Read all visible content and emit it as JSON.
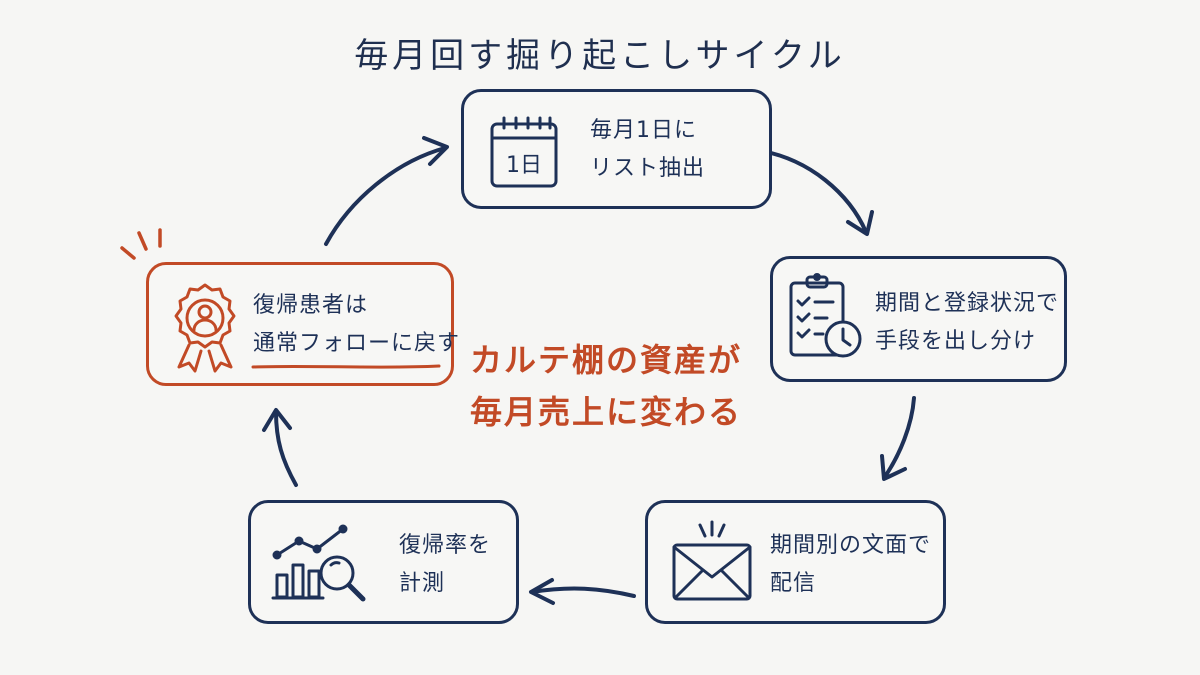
{
  "title": "毎月回す掘り起こしサイクル",
  "center_message": [
    "カルテ棚の資産が",
    "毎月売上に変わる"
  ],
  "nodes": {
    "extract": {
      "lines": [
        "毎月1日に",
        "リスト抽出"
      ],
      "calendar_label": "1日"
    },
    "segment": {
      "lines": [
        "期間と登録状況で",
        "手段を出し分け"
      ]
    },
    "send": {
      "lines": [
        "期間別の文面で",
        "配信"
      ]
    },
    "measure": {
      "lines": [
        "復帰率を",
        "計測"
      ]
    },
    "return": {
      "lines": [
        "復帰患者は",
        "通常フォローに戻す"
      ]
    }
  },
  "colors": {
    "ink": "#1e3157",
    "accent": "#c24a26",
    "background": "#f6f6f4"
  },
  "icons": {
    "extract": "calendar-icon",
    "segment": "clipboard-clock-icon",
    "send": "envelope-icon",
    "measure": "chart-magnifier-icon",
    "return": "award-ribbon-icon"
  }
}
